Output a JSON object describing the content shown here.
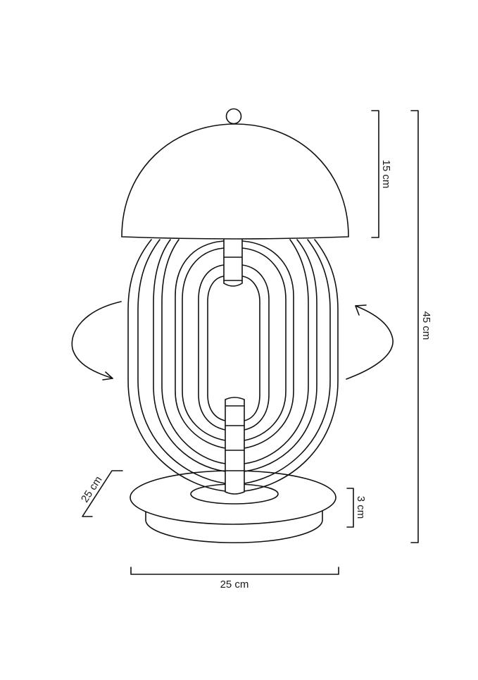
{
  "diagram": {
    "subject": "Table lamp with dome shade, concentric oval rings and round base — dimension drawing",
    "colors": {
      "line": "#111111",
      "background": "#ffffff",
      "text": "#1a1a1a"
    },
    "dimensions": {
      "shade_height": {
        "label": "15 cm",
        "orientation": "vertical",
        "side": "right"
      },
      "total_height": {
        "label": "45 cm",
        "orientation": "vertical",
        "side": "right"
      },
      "base_height": {
        "label": "3 cm",
        "orientation": "vertical",
        "side": "right"
      },
      "base_depth": {
        "label": "25 cm",
        "orientation": "diagonal",
        "side": "left"
      },
      "base_width": {
        "label": "25 cm",
        "orientation": "horizontal",
        "side": "bottom"
      }
    },
    "annotations": {
      "rotation_arrows": [
        {
          "name": "rotate-left-arrow",
          "direction": "clockwise-down"
        },
        {
          "name": "rotate-right-arrow",
          "direction": "counter-clockwise-up"
        }
      ]
    },
    "components": [
      "knob",
      "dome-shade",
      "upper-connector",
      "oval-rings",
      "lower-stem",
      "base-top-disc",
      "base-inner-disc",
      "base-skirt"
    ],
    "ring_count": 8
  }
}
